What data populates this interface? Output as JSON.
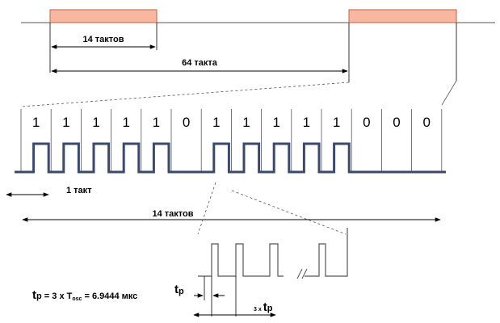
{
  "labels": {
    "span_14_top": "14 тактов",
    "span_64": "64 такта",
    "one_tact": "1 такт",
    "span_14_bottom": "14 тактов"
  },
  "bits": [
    "1",
    "1",
    "1",
    "1",
    "1",
    "0",
    "1",
    "1",
    "1",
    "1",
    "1",
    "0",
    "0",
    "0"
  ],
  "formula": {
    "symbol_t": "t",
    "symbol_p": "p",
    "part1": " = 3 x T",
    "sub_osc": "osc",
    "part2": " = 6.9444 мкс"
  },
  "tp_label": {
    "t": "t",
    "p": "p"
  },
  "three_tp": {
    "prefix": "3 x ",
    "t": "t",
    "p": "p"
  },
  "colors": {
    "block_fill": "#f8b7a0",
    "block_stroke": "#c06040",
    "waveform": "#3b4a6b",
    "line": "#555555"
  }
}
